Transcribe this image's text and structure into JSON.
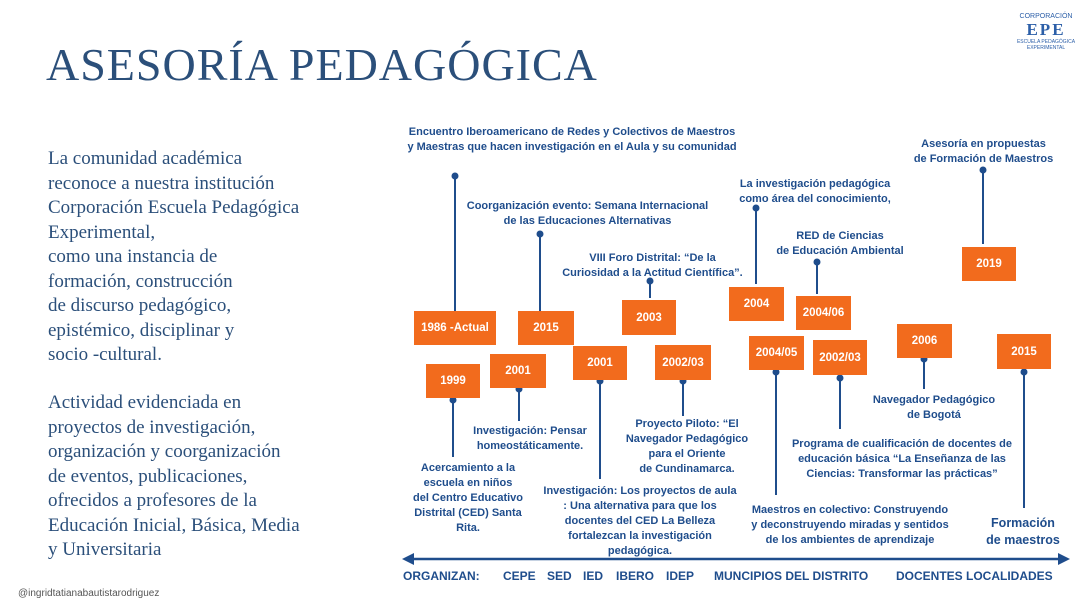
{
  "title": "ASESORÍA PEDAGÓGICA",
  "logo": {
    "line1": "CORPORACIÓN",
    "line2": "EPE",
    "line3": "ESCUELA PEDAGÓGICA",
    "line4": "EXPERIMENTAL"
  },
  "left_text": {
    "paragraph1": "La comunidad académica\nreconoce a nuestra institución\nCorporación Escuela Pedagógica\nExperimental,\ncomo una instancia de\nformación, construcción\nde discurso pedagógico,\nepistémico, disciplinar y\nsocio -cultural.",
    "paragraph2": "Actividad  evidenciada en\nproyectos de investigación,\norganización y  coorganización\nde eventos, publicaciones,\nofrecidos a profesores  de la\nEducación Inicial, Básica, Media\ny Universitaria"
  },
  "handle": "@ingridtatianabautistarodriguez",
  "events": [
    {
      "year": "1986 -Actual",
      "text": "Encuentro Iberoamericano de Redes y Colectivos de Maestros\ny Maestras que hacen investigación en el Aula y su comunidad"
    },
    {
      "year": "1999",
      "text": "Acercamiento a la\nescuela en niños\ndel Centro Educativo\nDistrital (CED) Santa Rita."
    },
    {
      "year": "2001",
      "text": "Investigación: Pensar\nhomeostáticamente."
    },
    {
      "year": "2015",
      "text": "Coorganización  evento:  Semana Internacional\nde las Educaciones Alternativas"
    },
    {
      "year": "2001",
      "text": "Investigación: Los proyectos de aula\n: Una alternativa para que los\ndocentes del CED La Belleza\nfortalezcan la investigación\npedagógica."
    },
    {
      "year": "2003",
      "text": "VIII Foro Distrital:  “De la\nCuriosidad a la Actitud Científica”."
    },
    {
      "year": "2002/03",
      "text": "Proyecto Piloto: “El\nNavegador Pedagógico\npara el Oriente\nde Cundinamarca."
    },
    {
      "year": "2004",
      "text": "La investigación pedagógica\ncomo área del conocimiento,"
    },
    {
      "year": "2004/05",
      "text": "Maestros en colectivo: Construyendo\ny deconstruyendo miradas y sentidos\nde los ambientes de aprendizaje"
    },
    {
      "year": "2004/06",
      "text": "RED de Ciencias\nde Educación Ambiental"
    },
    {
      "year": "2002/03",
      "text": "Programa de cualificación de docentes de\neducación básica “La Enseñanza de las\nCiencias: Transformar las prácticas”"
    },
    {
      "year": "2006",
      "text": "Navegador Pedagógico\nde Bogotá"
    },
    {
      "year": "2019",
      "text": "Asesoría en propuestas\nde Formación de Maestros"
    },
    {
      "year": "2015",
      "text": "Formación\nde maestros"
    }
  ],
  "organizers": {
    "label": "ORGANIZAN:",
    "items": [
      "CEPE",
      "SED",
      "IED",
      "IBERO",
      "IDEP",
      "MUNCIPIOS DEL DISTRITO",
      "DOCENTES LOCALIDADES"
    ]
  },
  "colors": {
    "title": "#2b4f7a",
    "event_text": "#1f4d8c",
    "box": "#f26b1d",
    "line": "#1f4d8c"
  }
}
